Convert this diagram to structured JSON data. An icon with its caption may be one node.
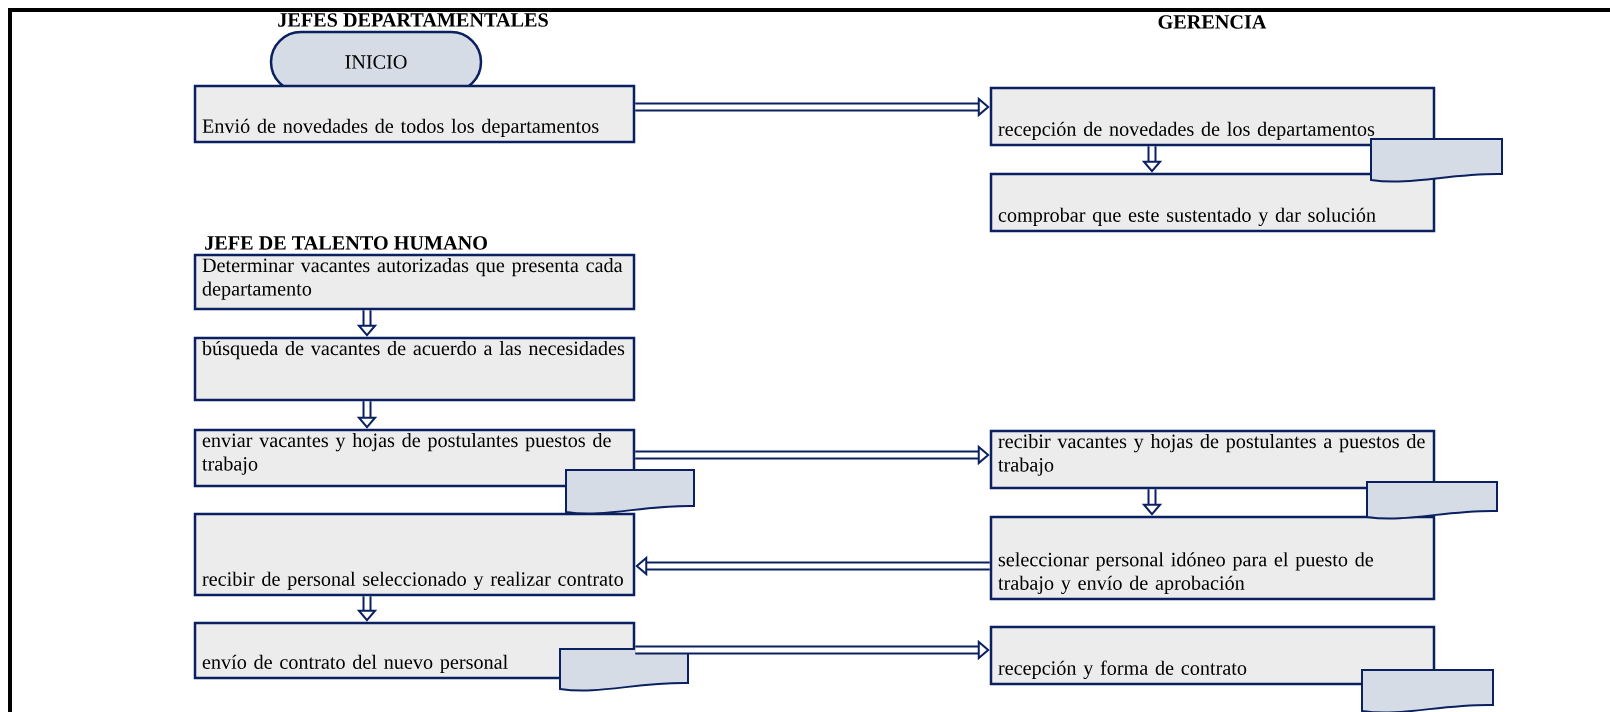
{
  "diagram": {
    "nodes": [
      {
        "text": [
          "INICIO"
        ]
      },
      {
        "text": [
          "Envió de novedades de todos los departamentos"
        ]
      },
      {
        "text": [
          "recepción de novedades de los departamentos"
        ]
      },
      {
        "text": [
          "comprobar que este sustentado y dar solución"
        ]
      },
      {
        "text": [
          "Determinar vacantes autorizadas que presenta cada departamento"
        ]
      },
      {
        "text": [
          "búsqueda de vacantes de acuerdo a las necesidades"
        ]
      },
      {
        "text": [
          "enviar vacantes y hojas de postulantes puestos de trabajo"
        ]
      },
      {
        "text": [
          "recibir de personal seleccionado y realizar contrato"
        ]
      },
      {
        "text": [
          "envío de contrato del nuevo personal"
        ]
      },
      {
        "text": [
          "recibir vacantes y hojas de postulantes a puestos de trabajo"
        ]
      },
      {
        "text": [
          "seleccionar personal idóneo para el puesto de trabajo y envío de aprobación"
        ]
      },
      {
        "text": [
          "recepción y forma de contrato"
        ]
      },
      {
        "text": [],
        "shape": "document"
      },
      {
        "text": [],
        "shape": "document"
      },
      {
        "text": [],
        "shape": "document"
      },
      {
        "text": [],
        "shape": "document"
      },
      {
        "text": [],
        "shape": "document"
      }
    ],
    "edges": [
      {
        "from": 1,
        "to": 2,
        "arrow": "to"
      },
      {
        "from": 2,
        "to": 3,
        "arrow": "to"
      },
      {
        "from": 4,
        "to": 5,
        "arrow": "to"
      },
      {
        "from": 5,
        "to": 6,
        "arrow": "to"
      },
      {
        "from": 6,
        "to": 9,
        "arrow": "to"
      },
      {
        "from": 9,
        "to": 10,
        "arrow": "to"
      },
      {
        "from": 10,
        "to": 7,
        "arrow": "to"
      },
      {
        "from": 7,
        "to": 8,
        "arrow": "to"
      },
      {
        "from": 8,
        "to": 11,
        "arrow": "to"
      }
    ],
    "labels": [
      "JEFES DEPARTAMENTALES",
      "GERENCIA",
      "JEFE DE TALENTO HUMANO"
    ]
  }
}
